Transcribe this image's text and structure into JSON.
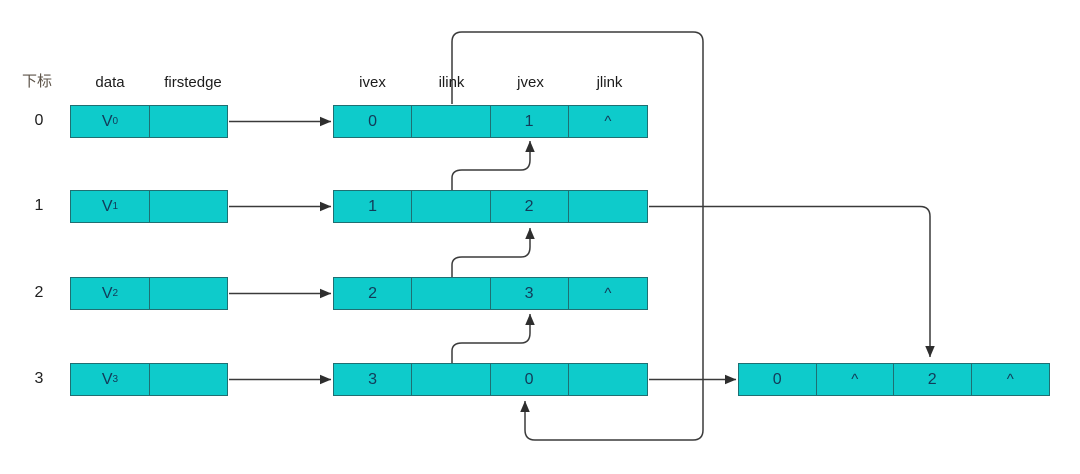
{
  "diagram": {
    "title_cn": "下标",
    "headers": {
      "index": "下标",
      "data": "data",
      "firstedge": "firstedge",
      "ivex": "ivex",
      "ilink": "ilink",
      "jvex": "jvex",
      "jlink": "jlink"
    },
    "colors": {
      "node_fill": "#0ecbcb",
      "node_border": "#1f6f72",
      "text": "#123b59",
      "wire": "#3a3a3a",
      "label_cn": "#5c5348"
    },
    "vertex_rows": [
      {
        "index": "0",
        "data": "V",
        "sub": "0",
        "firstedge": ""
      },
      {
        "index": "1",
        "data": "V",
        "sub": "1",
        "firstedge": ""
      },
      {
        "index": "2",
        "data": "V",
        "sub": "2",
        "firstedge": ""
      },
      {
        "index": "3",
        "data": "V",
        "sub": "3",
        "firstedge": ""
      }
    ],
    "edge_nodes": [
      {
        "ivex": "0",
        "ilink": "",
        "jvex": "1",
        "jlink": "^"
      },
      {
        "ivex": "1",
        "ilink": "",
        "jvex": "2",
        "jlink": ""
      },
      {
        "ivex": "2",
        "ilink": "",
        "jvex": "3",
        "jlink": "^"
      },
      {
        "ivex": "3",
        "ilink": "",
        "jvex": "0",
        "jlink": ""
      }
    ],
    "extra_node": {
      "ivex": "0",
      "ilink": "^",
      "jvex": "2",
      "jlink": "^"
    }
  }
}
